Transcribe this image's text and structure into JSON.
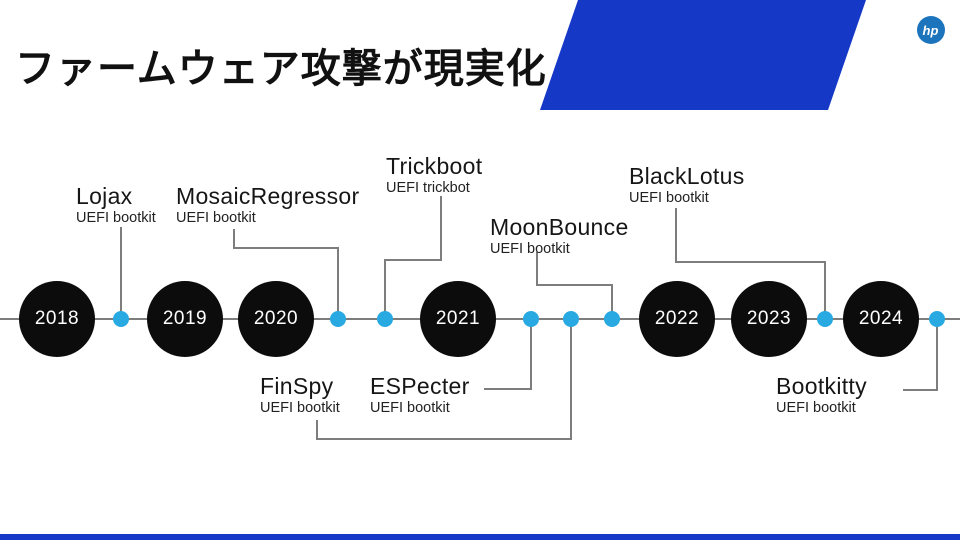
{
  "header": {
    "title": "ファームウェア攻撃が現実化",
    "logo_text": "hp"
  },
  "timeline": {
    "years": [
      "2018",
      "2019",
      "2020",
      "2021",
      "2022",
      "2023",
      "2024"
    ],
    "events": [
      {
        "name": "Lojax",
        "type": "UEFI bootkit",
        "side": "top"
      },
      {
        "name": "MosaicRegressor",
        "type": "UEFI bootkit",
        "side": "top"
      },
      {
        "name": "Trickboot",
        "type": "UEFI trickbot",
        "side": "top"
      },
      {
        "name": "MoonBounce",
        "type": "UEFI bootkit",
        "side": "top"
      },
      {
        "name": "BlackLotus",
        "type": "UEFI bootkit",
        "side": "top"
      },
      {
        "name": "FinSpy",
        "type": "UEFI bootkit",
        "side": "bottom"
      },
      {
        "name": "ESPecter",
        "type": "UEFI bootkit",
        "side": "bottom"
      },
      {
        "name": "Bootkitty",
        "type": "UEFI bootkit",
        "side": "bottom"
      }
    ]
  },
  "colors": {
    "accent_blue": "#1538c6",
    "dot_blue": "#29a9e1",
    "circle_black": "#0c0c0c",
    "line_gray": "#7d7d7d",
    "hp_logo_blue": "#1c75bc"
  }
}
